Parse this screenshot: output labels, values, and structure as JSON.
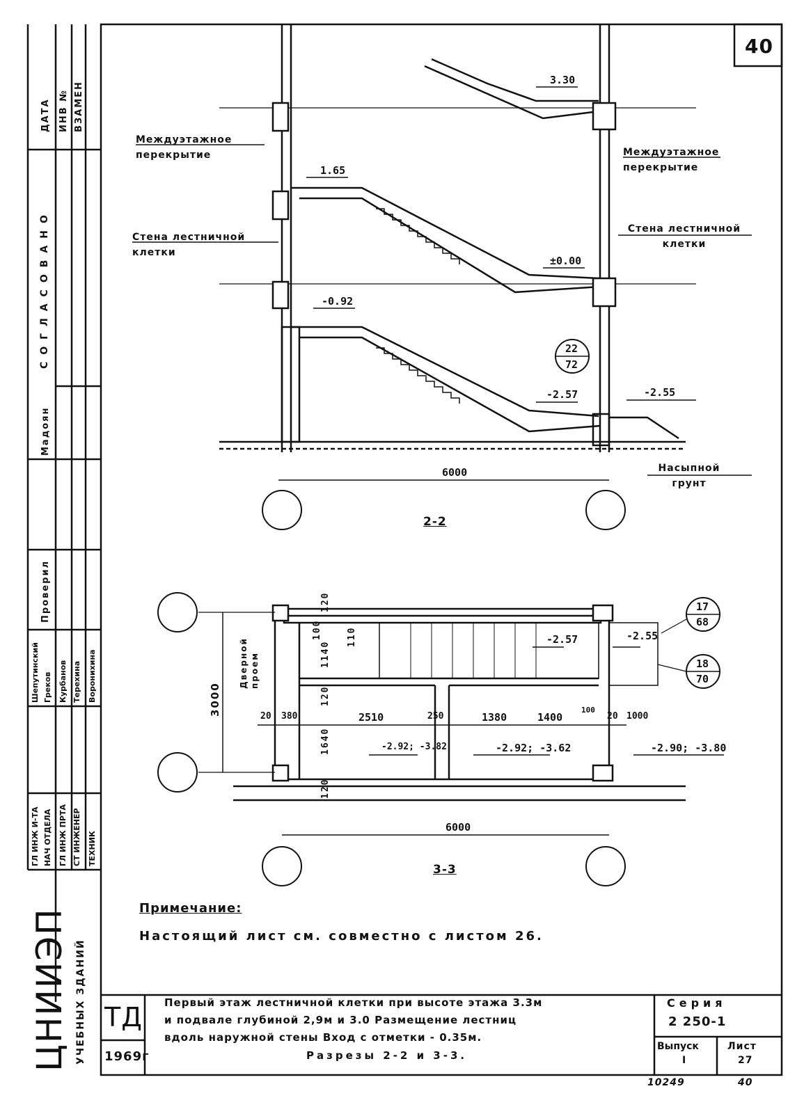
{
  "sheet": {
    "page_number": "40",
    "bottom_code": "10249",
    "bottom_page": "40"
  },
  "left_strip": {
    "org_name": "ЦНИИЭП",
    "org_sub": "УЧЕБНЫХ ЗДАНИЙ",
    "approval_header": "СОГЛАСОВАНО",
    "date_header": "ДАТА",
    "inv_header": "ИНВ №",
    "replace_header": "ВЗАМЕН",
    "checked_header": "Проверил",
    "checked_name": "Мадоян",
    "roles": [
      "ГЛ ИНЖ И-ТА",
      "НАЧ ОТДЕЛА",
      "ГЛ ИНЖ ПРТА",
      "СТ ИНЖЕНЕР",
      "ТЕХНИК"
    ],
    "names": [
      "Шепутинский",
      "Греков",
      "Курбанов",
      "Терехина",
      "Воронихина"
    ]
  },
  "section_2_2": {
    "label_floor_left": "Междуэтажное перекрытие",
    "label_floor_right": "Междуэтажное перекрытие",
    "label_wall_left": "Стена лестничной клетки",
    "label_wall_right": "Стена лестничной клетки",
    "label_fill": "Насыпной грунт",
    "elev_top": "3.30",
    "elev_mid": "1.65",
    "elev_zero": "±0.00",
    "elev_landing": "-0.92",
    "elev_bottom": "-2.57",
    "elev_outside": "-2.55",
    "node_ref_top": "22",
    "node_ref_bottom": "72",
    "span": "6000",
    "title": "2-2"
  },
  "section_3_3": {
    "door_label": "Дверной проем",
    "overall_width": "3000",
    "span": "6000",
    "title": "3-3",
    "elev_stair": "-2.57",
    "elev_out": "-2.55",
    "elev_room1": "-2.92; -3.82",
    "elev_room2": "-2.92; -3.62",
    "elev_room3": "-2.90; -3.80",
    "ref1_top": "17",
    "ref1_bottom": "68",
    "ref2_top": "18",
    "ref2_bottom": "70",
    "dims": {
      "d120a": "120",
      "d100": "100",
      "d110": "110",
      "d1140": "1140",
      "d120b": "120",
      "d1640": "1640",
      "d120c": "120",
      "d20a": "20",
      "d380": "380",
      "d2510": "2510",
      "d250": "250",
      "d1380": "1380",
      "d1400": "1400",
      "d100b": "100",
      "d20b": "20",
      "d1000": "1000"
    }
  },
  "note": {
    "heading": "Примечание:",
    "text": "Настоящий лист см. совместно с листом 26."
  },
  "title_block": {
    "td": "ТД",
    "year": "1969г",
    "description_1": "Первый этаж лестничной клетки при высоте этажа 3.3м",
    "description_2": "и подвале глубиной 2,9м и 3.0 Размещение лестниц",
    "description_3": "вдоль наружной стены Вход с отметки - 0.35м.",
    "description_4": "Разрезы 2-2 и 3-3.",
    "series_label": "Серия",
    "series_value": "2 250-1",
    "issue_label": "Выпуск",
    "issue_value": "I",
    "sheet_label": "Лист",
    "sheet_value": "27"
  }
}
